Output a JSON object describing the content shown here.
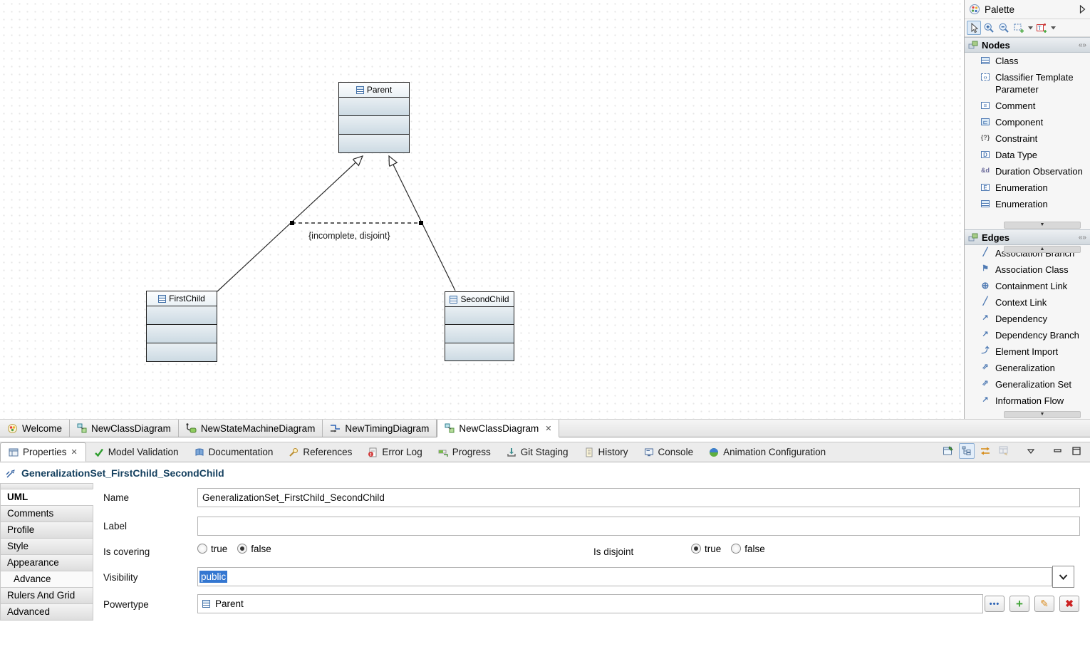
{
  "colors": {
    "selection_bg": "#3477d1",
    "title_text": "#15405f",
    "drawer_bg": "#d2d9df",
    "class_fill": "#ccdae3"
  },
  "icons": {
    "palette": "colored-dots-circle",
    "palette-expand": "right-triangle",
    "select-tool": "cursor-arrow",
    "zoom-in-tool": "magnifier-plus",
    "zoom-out-tool": "magnifier-minus",
    "marquee-tool": "dashed-rect-plus",
    "stereotype-tool": "red-box-apply",
    "dropdown-caret": "down-triangle",
    "drawer": "two-squares",
    "drawer-pin": "double-chevron",
    "class": "striped-rect",
    "close": "x-glyph",
    "chevron-down": "v-glyph"
  },
  "diagram": {
    "classes": [
      {
        "name": "Parent"
      },
      {
        "name": "FirstChild"
      },
      {
        "name": "SecondChild"
      }
    ],
    "generalization_set_constraint": "{incomplete, disjoint}"
  },
  "palette": {
    "title": "Palette",
    "sections": [
      {
        "label": "Nodes",
        "items": [
          "Class",
          "Classifier Template Parameter",
          "Comment",
          "Component",
          "Constraint",
          "Data Type",
          "Duration Observation",
          "Enumeration",
          "Enumeration"
        ]
      },
      {
        "label": "Edges",
        "items": [
          "Association Branch",
          "Association Class",
          "Containment Link",
          "Context Link",
          "Dependency",
          "Dependency Branch",
          "Element Import",
          "Generalization",
          "Generalization Set",
          "Information Flow"
        ]
      }
    ]
  },
  "editor_tabs": [
    {
      "label": "Welcome"
    },
    {
      "label": "NewClassDiagram"
    },
    {
      "label": "NewStateMachineDiagram"
    },
    {
      "label": "NewTimingDiagram"
    },
    {
      "label": "NewClassDiagram",
      "active": true,
      "close": "✕"
    }
  ],
  "properties_view": {
    "tabs": [
      {
        "label": "Properties",
        "active": true,
        "close": "✕"
      },
      {
        "label": "Model Validation"
      },
      {
        "label": "Documentation"
      },
      {
        "label": "References"
      },
      {
        "label": "Error Log"
      },
      {
        "label": "Progress"
      },
      {
        "label": "Git Staging"
      },
      {
        "label": "History"
      },
      {
        "label": "Console"
      },
      {
        "label": "Animation Configuration"
      }
    ],
    "title": "GeneralizationSet_FirstChild_SecondChild",
    "sidebar_tabs": [
      "UML",
      "Comments",
      "Profile",
      "Style",
      "Appearance",
      "Advance",
      "Rulers And Grid",
      "Advanced"
    ],
    "form": {
      "name_label": "Name",
      "name_value": "GeneralizationSet_FirstChild_SecondChild",
      "label_label": "Label",
      "label_value": "",
      "is_covering_label": "Is covering",
      "is_covering_true": "true",
      "is_covering_false": "false",
      "is_covering_selected": "false",
      "is_disjoint_label": "Is disjoint",
      "is_disjoint_true": "true",
      "is_disjoint_false": "false",
      "is_disjoint_selected": "true",
      "visibility_label": "Visibility",
      "visibility_value": "public",
      "powertype_label": "Powertype",
      "powertype_value": "Parent"
    }
  }
}
